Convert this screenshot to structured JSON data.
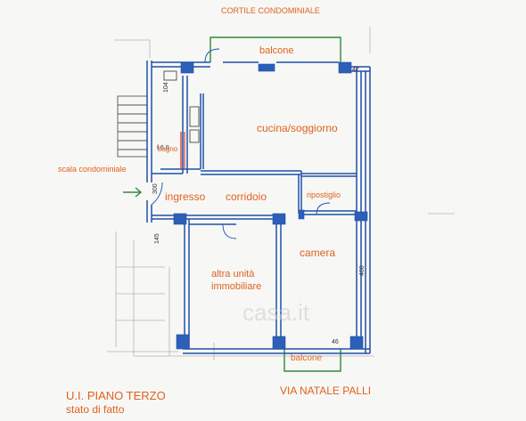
{
  "labels": {
    "courtyard": "CORTILE CONDOMINIALE",
    "balcony_top": "balcone",
    "kitchen_living": "cucina/soggiorno",
    "bathroom": "bagno",
    "stairs": "scala condominiale",
    "entrance": "ingresso",
    "corridor": "corridoio",
    "storage": "ripostiglio",
    "bedroom": "camera",
    "other_unit": "altra unità\nimmobiliare",
    "balcony_bottom": "balcone",
    "street": "VIA NATALE PALLI",
    "title": "U.I. PIANO TERZO",
    "subtitle": "stato di fatto",
    "watermark": "casa.it"
  },
  "dimensions": {
    "dim_top_right": "42",
    "dim_bath": "104",
    "dim_bath2": "f.6.0",
    "dim_entry": "145",
    "dim_left": "300",
    "dim_right": "460",
    "dim_bottom_right": "46"
  },
  "colors": {
    "wall": "#1e50a8",
    "wall_fill": "#2c5fb8",
    "balcony_line": "#2e8a3a",
    "label": "#e0621e",
    "ink": "#333333"
  }
}
